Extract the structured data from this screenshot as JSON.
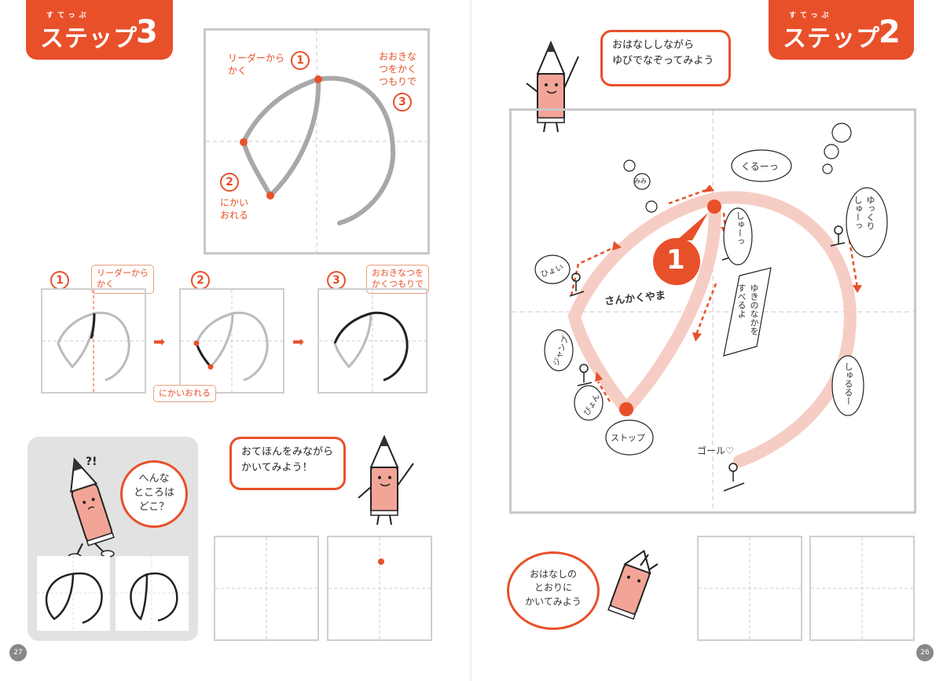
{
  "left_page": {
    "step": {
      "ruby": "すてっぷ",
      "word": "ステップ",
      "num": "3"
    },
    "big_box": {
      "label_1": "リーダーから\nかく",
      "label_2": "にかい\nおれる",
      "label_3": "おおきな\nつをかく\nつもりで",
      "num_1": "1",
      "num_2": "2",
      "num_3": "3"
    },
    "mini_steps": {
      "num_1": "1",
      "num_2": "2",
      "num_3": "3",
      "tag_1": "リーダーから\nかく",
      "tag_2": "にかいおれる",
      "tag_3": "おおきなつを\nかくつもりで"
    },
    "gray_panel": {
      "question_bubble": "へんな\nところは\nどこ？",
      "exclaim": "?!"
    },
    "practice_bubble": "おてほんをみながら\nかいてみよう！",
    "page_number": "27"
  },
  "right_page": {
    "step": {
      "ruby": "すてっぷ",
      "word": "ステップ",
      "num": "2"
    },
    "top_bubble": "おはなししながら\nゆびでなぞってみよう",
    "story": {
      "start_number": "1",
      "sankaku_yama": "さんかくやま",
      "kuruutsu": "くるーっ",
      "hyoi": "ひょい",
      "jump": "ジャンプ",
      "pyon": "ぴょん",
      "stop": "ストップ",
      "shuutsu": "しゅーっ",
      "yukkuri": "ゆっくり\nしゅーっ",
      "yuki": "ゆきのなかを\nすべるよ",
      "shuruuru": "しゅるるー",
      "goal": "ゴール♡",
      "mimi": "みみ"
    },
    "bottom_bubble": "おはなしの\nとおりに\nかいてみよう",
    "page_number": "26"
  },
  "colors": {
    "accent": "#e8502a",
    "trace_pink": "#f6cdc4",
    "grid_gray": "#c8c8c8",
    "panel_gray": "#e2e2e2"
  }
}
